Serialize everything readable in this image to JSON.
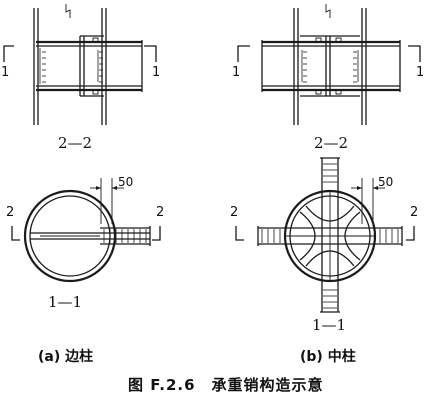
{
  "diagrams": {
    "left": {
      "upper_section_label": "2—2",
      "lower_section_label": "1—1",
      "cut_mark_1_left": "1",
      "cut_mark_1_right": "1",
      "cut_mark_2_left": "2",
      "cut_mark_2_right": "2",
      "dimension": "50",
      "subcaption": "(a) 边柱"
    },
    "right": {
      "upper_section_label": "2—2",
      "lower_section_label": "1—1",
      "cut_mark_1_left": "1",
      "cut_mark_1_right": "1",
      "cut_mark_2_left": "2",
      "cut_mark_2_right": "2",
      "dimension": "50",
      "subcaption": "(b) 中柱"
    }
  },
  "caption": "图 F.2.6　承重销构造示意"
}
